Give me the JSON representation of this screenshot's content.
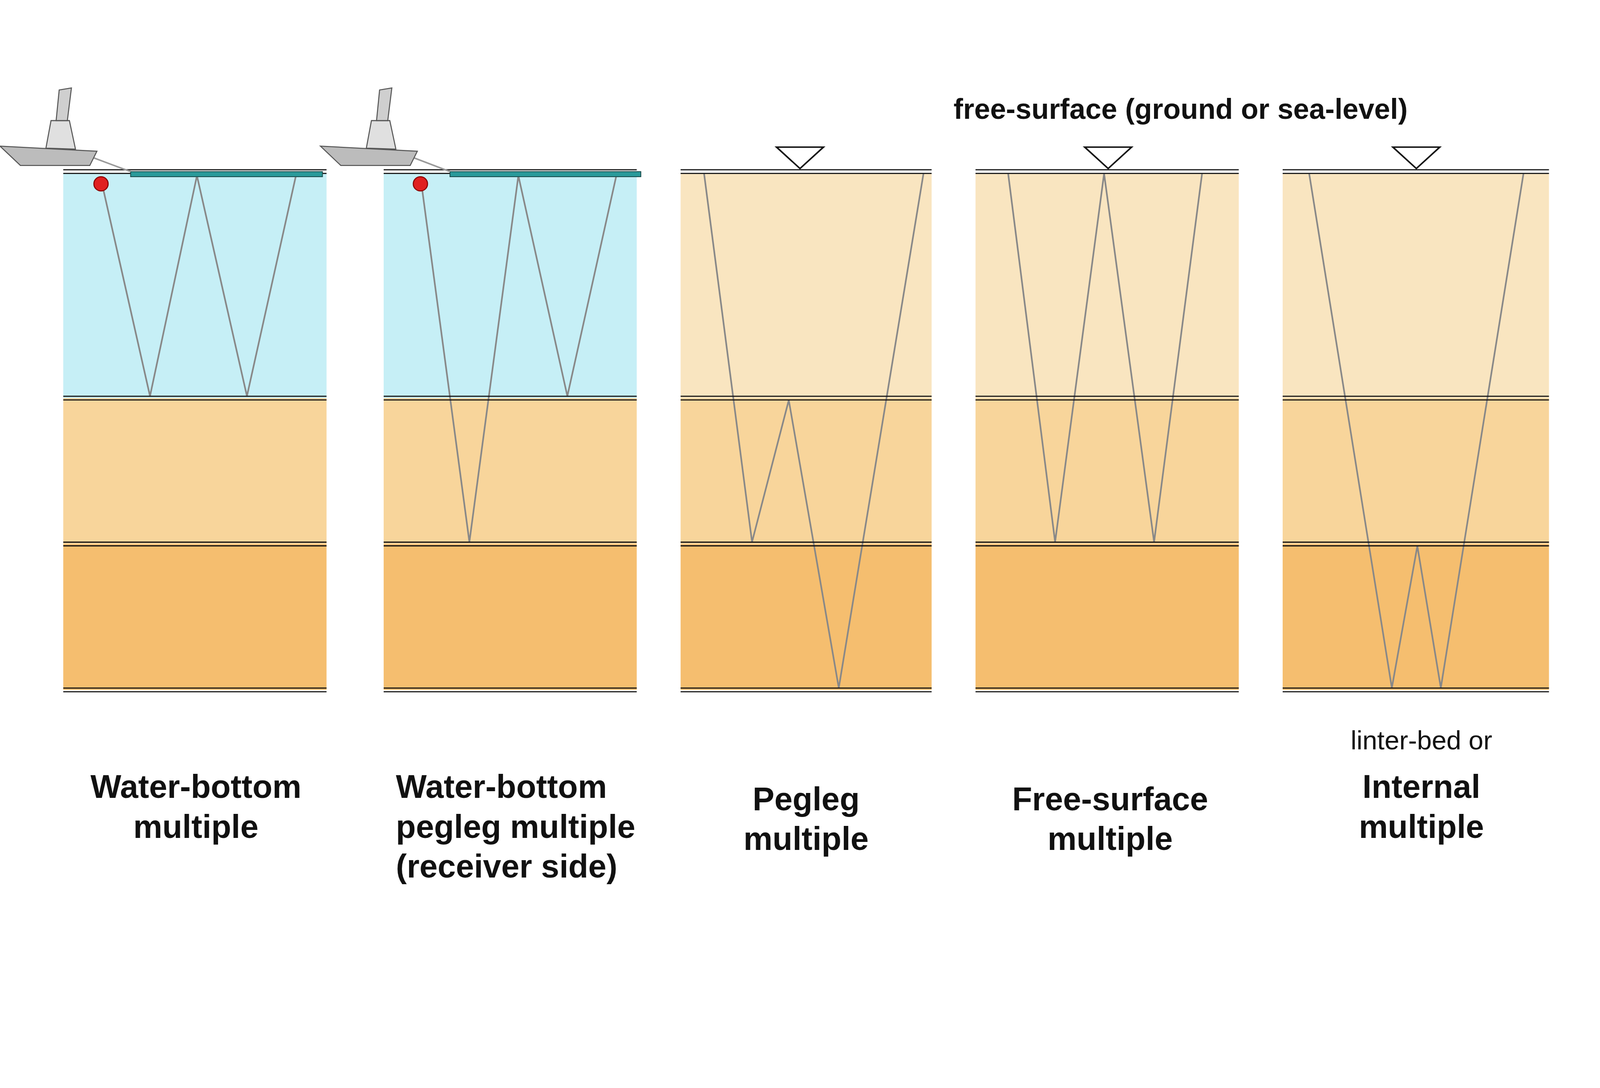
{
  "diagram": {
    "labels": [
      "free-surface (ground or sea-level)",
      "Water-bottom multiple",
      "Water-bottom pegleg multiple (receiver side)",
      "Pegleg multiple",
      "Free-surface multiple",
      "linter-bed or",
      "Internal multiple"
    ]
  }
}
